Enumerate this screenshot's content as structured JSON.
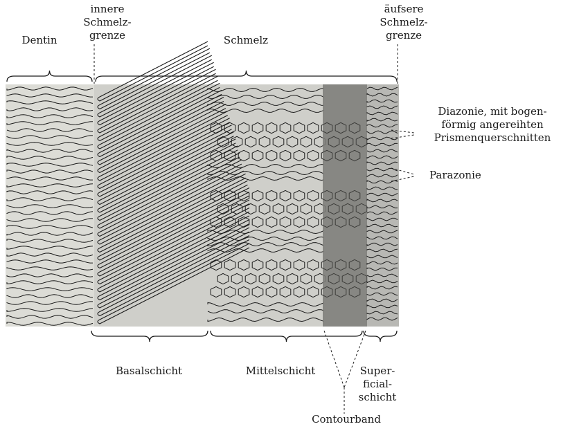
{
  "labels": {
    "dentin": "Dentin",
    "inner_boundary": [
      "innere",
      "Schmelz-",
      "grenze"
    ],
    "schmelz": "Schmelz",
    "outer_boundary": [
      "äufsere",
      "Schmelz-",
      "grenze"
    ],
    "diazonie": [
      "Diazonie, mit bogen-",
      "förmig angereihten",
      "Prismenquerschnitten"
    ],
    "parazonie": "Parazonie",
    "basalschicht": "Basalschicht",
    "mittelschicht": "Mittelschicht",
    "superficial": [
      "Super-",
      "ficial-",
      "schicht"
    ],
    "contourband": "Contourband"
  },
  "colors": {
    "ink": "#1a1a1a",
    "dentin_bg": "#dcdcd6",
    "enamel_bg": "#cfcfca",
    "contour_band": "#7a7a76",
    "superficial_bg": "#b8b8b4"
  }
}
